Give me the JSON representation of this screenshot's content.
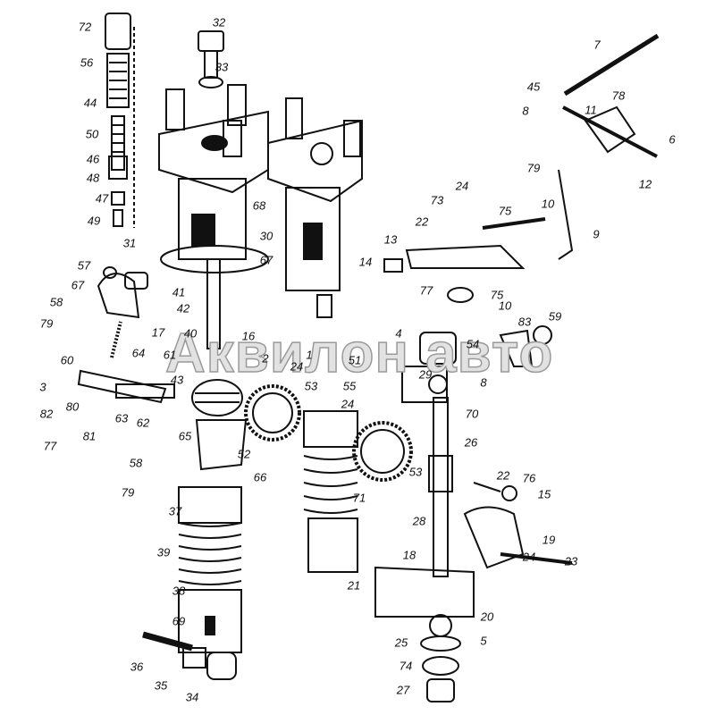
{
  "figure": {
    "title": "Fuel injection pump exploded view",
    "watermark": "Аквилон авто",
    "part_labels": [
      "72",
      "32",
      "7",
      "56",
      "33",
      "45",
      "78",
      "44",
      "8",
      "11",
      "6",
      "50",
      "46",
      "79",
      "12",
      "48",
      "47",
      "24",
      "10",
      "73",
      "49",
      "68",
      "22",
      "75",
      "9",
      "31",
      "30",
      "13",
      "57",
      "14",
      "67",
      "67",
      "41",
      "77",
      "75",
      "10",
      "42",
      "58",
      "40",
      "79",
      "16",
      "17",
      "4",
      "83",
      "59",
      "64",
      "2",
      "1",
      "54",
      "60",
      "61",
      "51",
      "29",
      "8",
      "24",
      "43",
      "3",
      "55",
      "53",
      "24",
      "70",
      "82",
      "80",
      "63",
      "62",
      "77",
      "81",
      "65",
      "26",
      "52",
      "66",
      "53",
      "71",
      "58",
      "22",
      "76",
      "15",
      "79",
      "37",
      "28",
      "39",
      "19",
      "18",
      "24",
      "23",
      "21",
      "38",
      "69",
      "20",
      "5",
      "25",
      "36",
      "74",
      "35",
      "34",
      "27"
    ]
  }
}
